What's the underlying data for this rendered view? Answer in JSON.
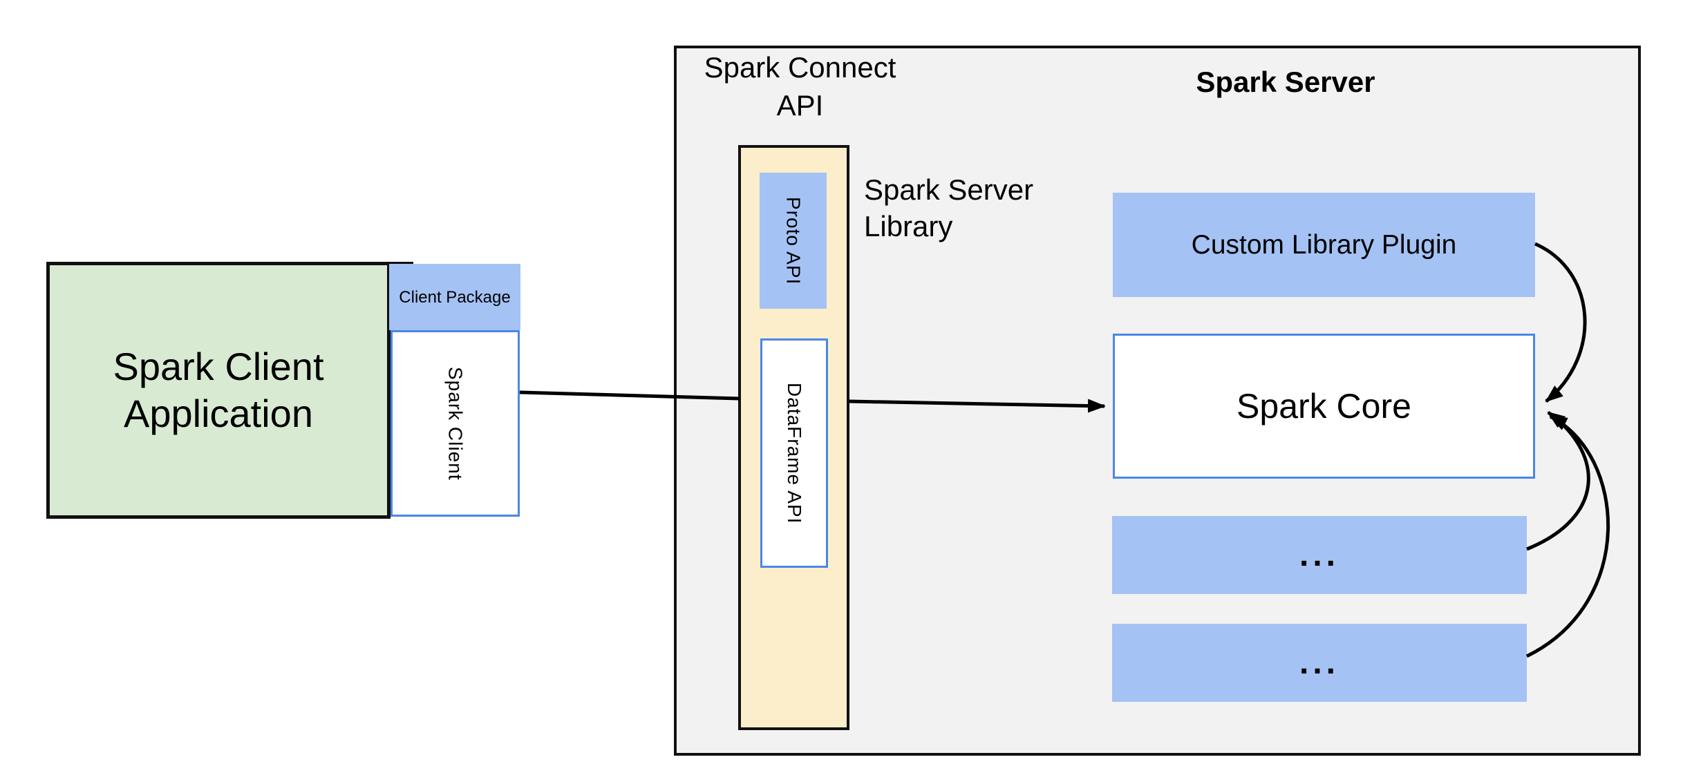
{
  "colors": {
    "green": "#d9ead3",
    "blue": "#a4c2f4",
    "yellow": "#fceecb",
    "gray": "#f2f2f2",
    "blue_border": "#4a86e8"
  },
  "client": {
    "application_label": "Spark Client Application",
    "package_label": "Client Package",
    "library_label": "Spark Client"
  },
  "connect_api": {
    "title": "Spark Connect API",
    "proto_api_label": "Proto API",
    "dataframe_api_label": "DataFrame API",
    "caption": "Spark Server Library"
  },
  "server": {
    "title": "Spark Server",
    "plugin_label": "Custom Library Plugin",
    "core_label": "Spark Core",
    "more_plugins": [
      {
        "label": "..."
      },
      {
        "label": "..."
      }
    ]
  }
}
